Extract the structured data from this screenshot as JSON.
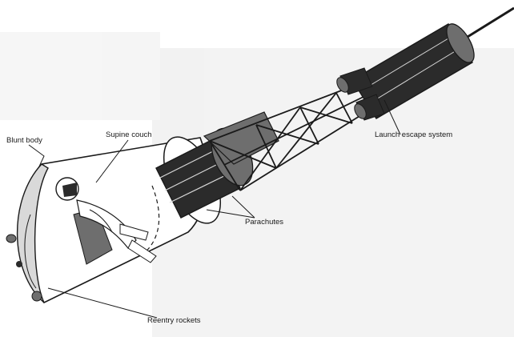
{
  "diagram": {
    "labels": {
      "blunt_body": "Blunt body",
      "supine_couch": "Supine couch",
      "parachutes": "Parachutes",
      "launch_escape_system": "Launch escape system",
      "reentry_rockets": "Reentry rockets"
    },
    "colors": {
      "ink": "#1a1a1a",
      "paper": "#ffffff",
      "dark_fill": "#2b2b2b",
      "mid_fill": "#6e6e6e",
      "light_fill": "#d9d9d9"
    }
  }
}
